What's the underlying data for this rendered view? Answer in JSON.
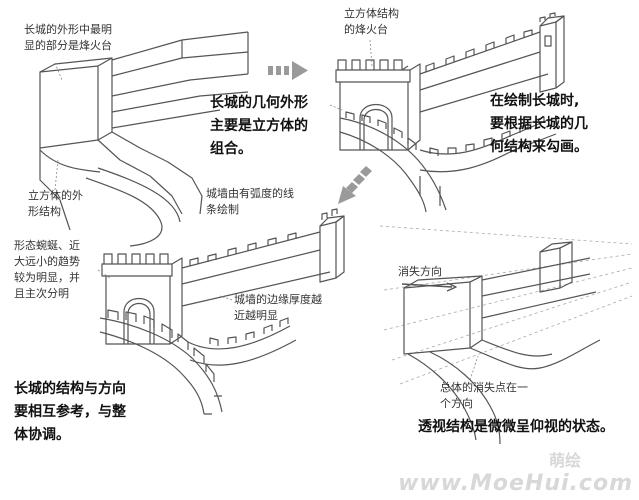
{
  "panel1": {
    "note_outline": [
      "长城的外形中最明",
      "显的部分是烽火台"
    ],
    "note_cube": [
      "立方体的外",
      "形结构"
    ],
    "main_text": [
      "长城的几何外形",
      "主要是立方体的",
      "组合。"
    ]
  },
  "panel2": {
    "note_tower": [
      "立方体结构",
      "的烽火台"
    ],
    "main_text": [
      "在绘制长城时,",
      "要根据长城的几",
      "何结构来勾画。"
    ],
    "note_wall": [
      "城墙由有弧度的线",
      "条绘制"
    ]
  },
  "panel3": {
    "note_shape": [
      "形态蜿蜒、近",
      "大远小的趋势",
      "较为明显，并",
      "且主次分明"
    ],
    "note_edge": [
      "城墙的边缘厚度越",
      "近越明显"
    ],
    "main_text": [
      "长城的结构与方向",
      "要相互参考，与整",
      "体协调。"
    ]
  },
  "panel4": {
    "note_vanish": "消失方向",
    "note_point": [
      "总体的消失点在一",
      "个方向"
    ],
    "main_text": "透视结构是微微呈仰视的状态。"
  },
  "watermark": {
    "cn": "萌绘",
    "en": "www.MoeHui.com"
  },
  "colors": {
    "line": "#555555",
    "arrow": "#9a9a9a",
    "watermark": "#d8d8d8"
  }
}
